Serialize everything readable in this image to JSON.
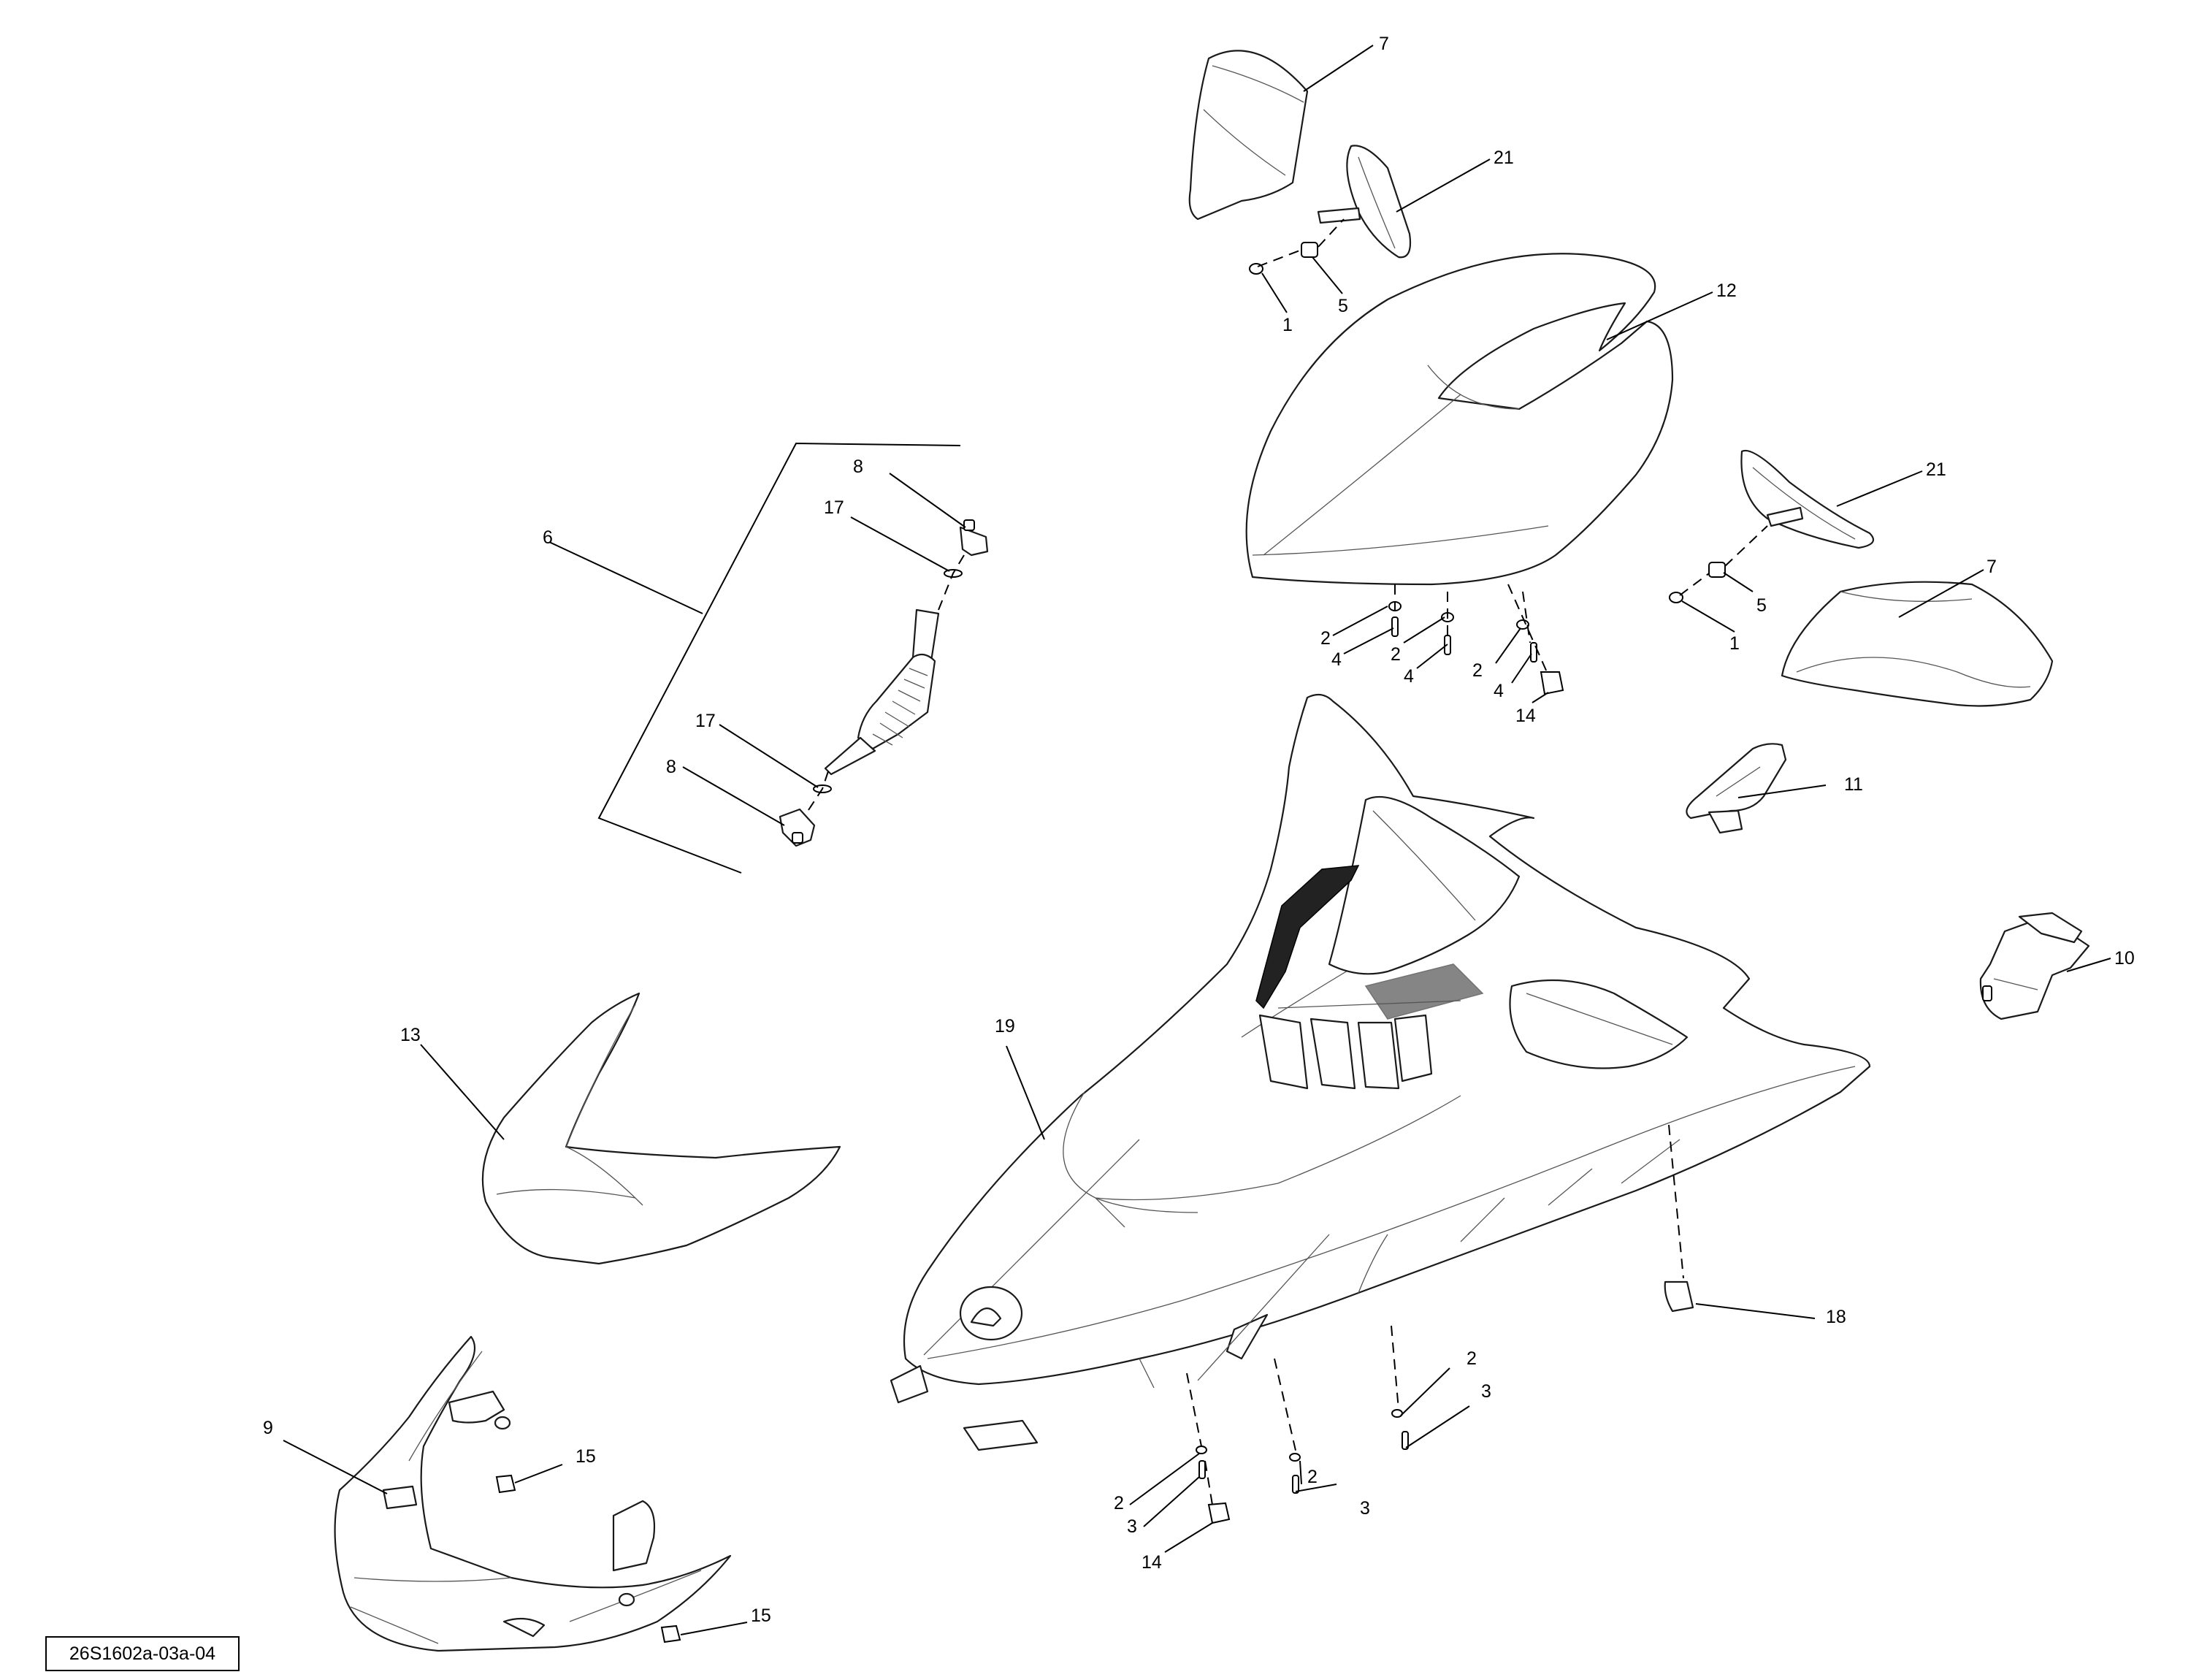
{
  "diagram_ref": "26S1602a-03a-04",
  "callouts": [
    {
      "id": "c7a",
      "label": "7"
    },
    {
      "id": "c21a",
      "label": "21"
    },
    {
      "id": "c1a",
      "label": "1"
    },
    {
      "id": "c5a",
      "label": "5"
    },
    {
      "id": "c12",
      "label": "12"
    },
    {
      "id": "c21b",
      "label": "21"
    },
    {
      "id": "c5b",
      "label": "5"
    },
    {
      "id": "c1b",
      "label": "1"
    },
    {
      "id": "c7b",
      "label": "7"
    },
    {
      "id": "c2a",
      "label": "2"
    },
    {
      "id": "c4a",
      "label": "4"
    },
    {
      "id": "c2b",
      "label": "2"
    },
    {
      "id": "c4b",
      "label": "4"
    },
    {
      "id": "c2c",
      "label": "2"
    },
    {
      "id": "c4c",
      "label": "4"
    },
    {
      "id": "c14a",
      "label": "14"
    },
    {
      "id": "c11",
      "label": "11"
    },
    {
      "id": "c10",
      "label": "10"
    },
    {
      "id": "c6",
      "label": "6"
    },
    {
      "id": "c8a",
      "label": "8"
    },
    {
      "id": "c17a",
      "label": "17"
    },
    {
      "id": "c17b",
      "label": "17"
    },
    {
      "id": "c8b",
      "label": "8"
    },
    {
      "id": "c13",
      "label": "13"
    },
    {
      "id": "c19",
      "label": "19"
    },
    {
      "id": "c18",
      "label": "18"
    },
    {
      "id": "c2d",
      "label": "2"
    },
    {
      "id": "c3a",
      "label": "3"
    },
    {
      "id": "c2e",
      "label": "2"
    },
    {
      "id": "c3b",
      "label": "3"
    },
    {
      "id": "c2f",
      "label": "2"
    },
    {
      "id": "c3c",
      "label": "3"
    },
    {
      "id": "c14b",
      "label": "14"
    },
    {
      "id": "c9",
      "label": "9"
    },
    {
      "id": "c15a",
      "label": "15"
    },
    {
      "id": "c15b",
      "label": "15"
    }
  ]
}
